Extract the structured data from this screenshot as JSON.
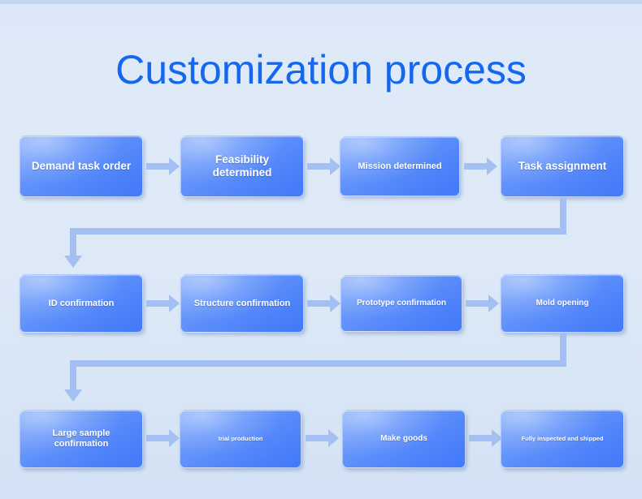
{
  "page": {
    "title": "Customization process",
    "background_color": "#dce8f7",
    "title_color": "#1567f0",
    "node_color": "#5a8cfa",
    "connector_color": "#a4c0f2"
  },
  "flow": {
    "rows": [
      {
        "row_index": 1,
        "nodes": [
          {
            "label": "Demand task order",
            "size": "lg"
          },
          {
            "label": "Feasibility determined",
            "size": "lg"
          },
          {
            "label": "Mission determined",
            "size": "md"
          },
          {
            "label": "Task assignment",
            "size": "lg"
          }
        ]
      },
      {
        "row_index": 2,
        "nodes": [
          {
            "label": "ID confirmation",
            "size": "md"
          },
          {
            "label": "Structure confirmation",
            "size": "md"
          },
          {
            "label": "Prototype confirmation",
            "size": "sm"
          },
          {
            "label": "Mold opening",
            "size": "sm"
          }
        ]
      },
      {
        "row_index": 3,
        "nodes": [
          {
            "label": "Large sample confirmation",
            "size": "md"
          },
          {
            "label": "trial production",
            "size": "xs"
          },
          {
            "label": "Make goods",
            "size": "sm"
          },
          {
            "label": "Fully inspected and shipped",
            "size": "xs"
          }
        ]
      }
    ],
    "connector_names": [
      "arrow-r1-1-to-2",
      "arrow-r1-2-to-3",
      "arrow-r1-3-to-4",
      "elbow-row1-to-row2",
      "arrow-r2-1-to-2",
      "arrow-r2-2-to-3",
      "arrow-r2-3-to-4",
      "elbow-row2-to-row3",
      "arrow-r3-1-to-2",
      "arrow-r3-2-to-3",
      "arrow-r3-3-to-4"
    ]
  }
}
